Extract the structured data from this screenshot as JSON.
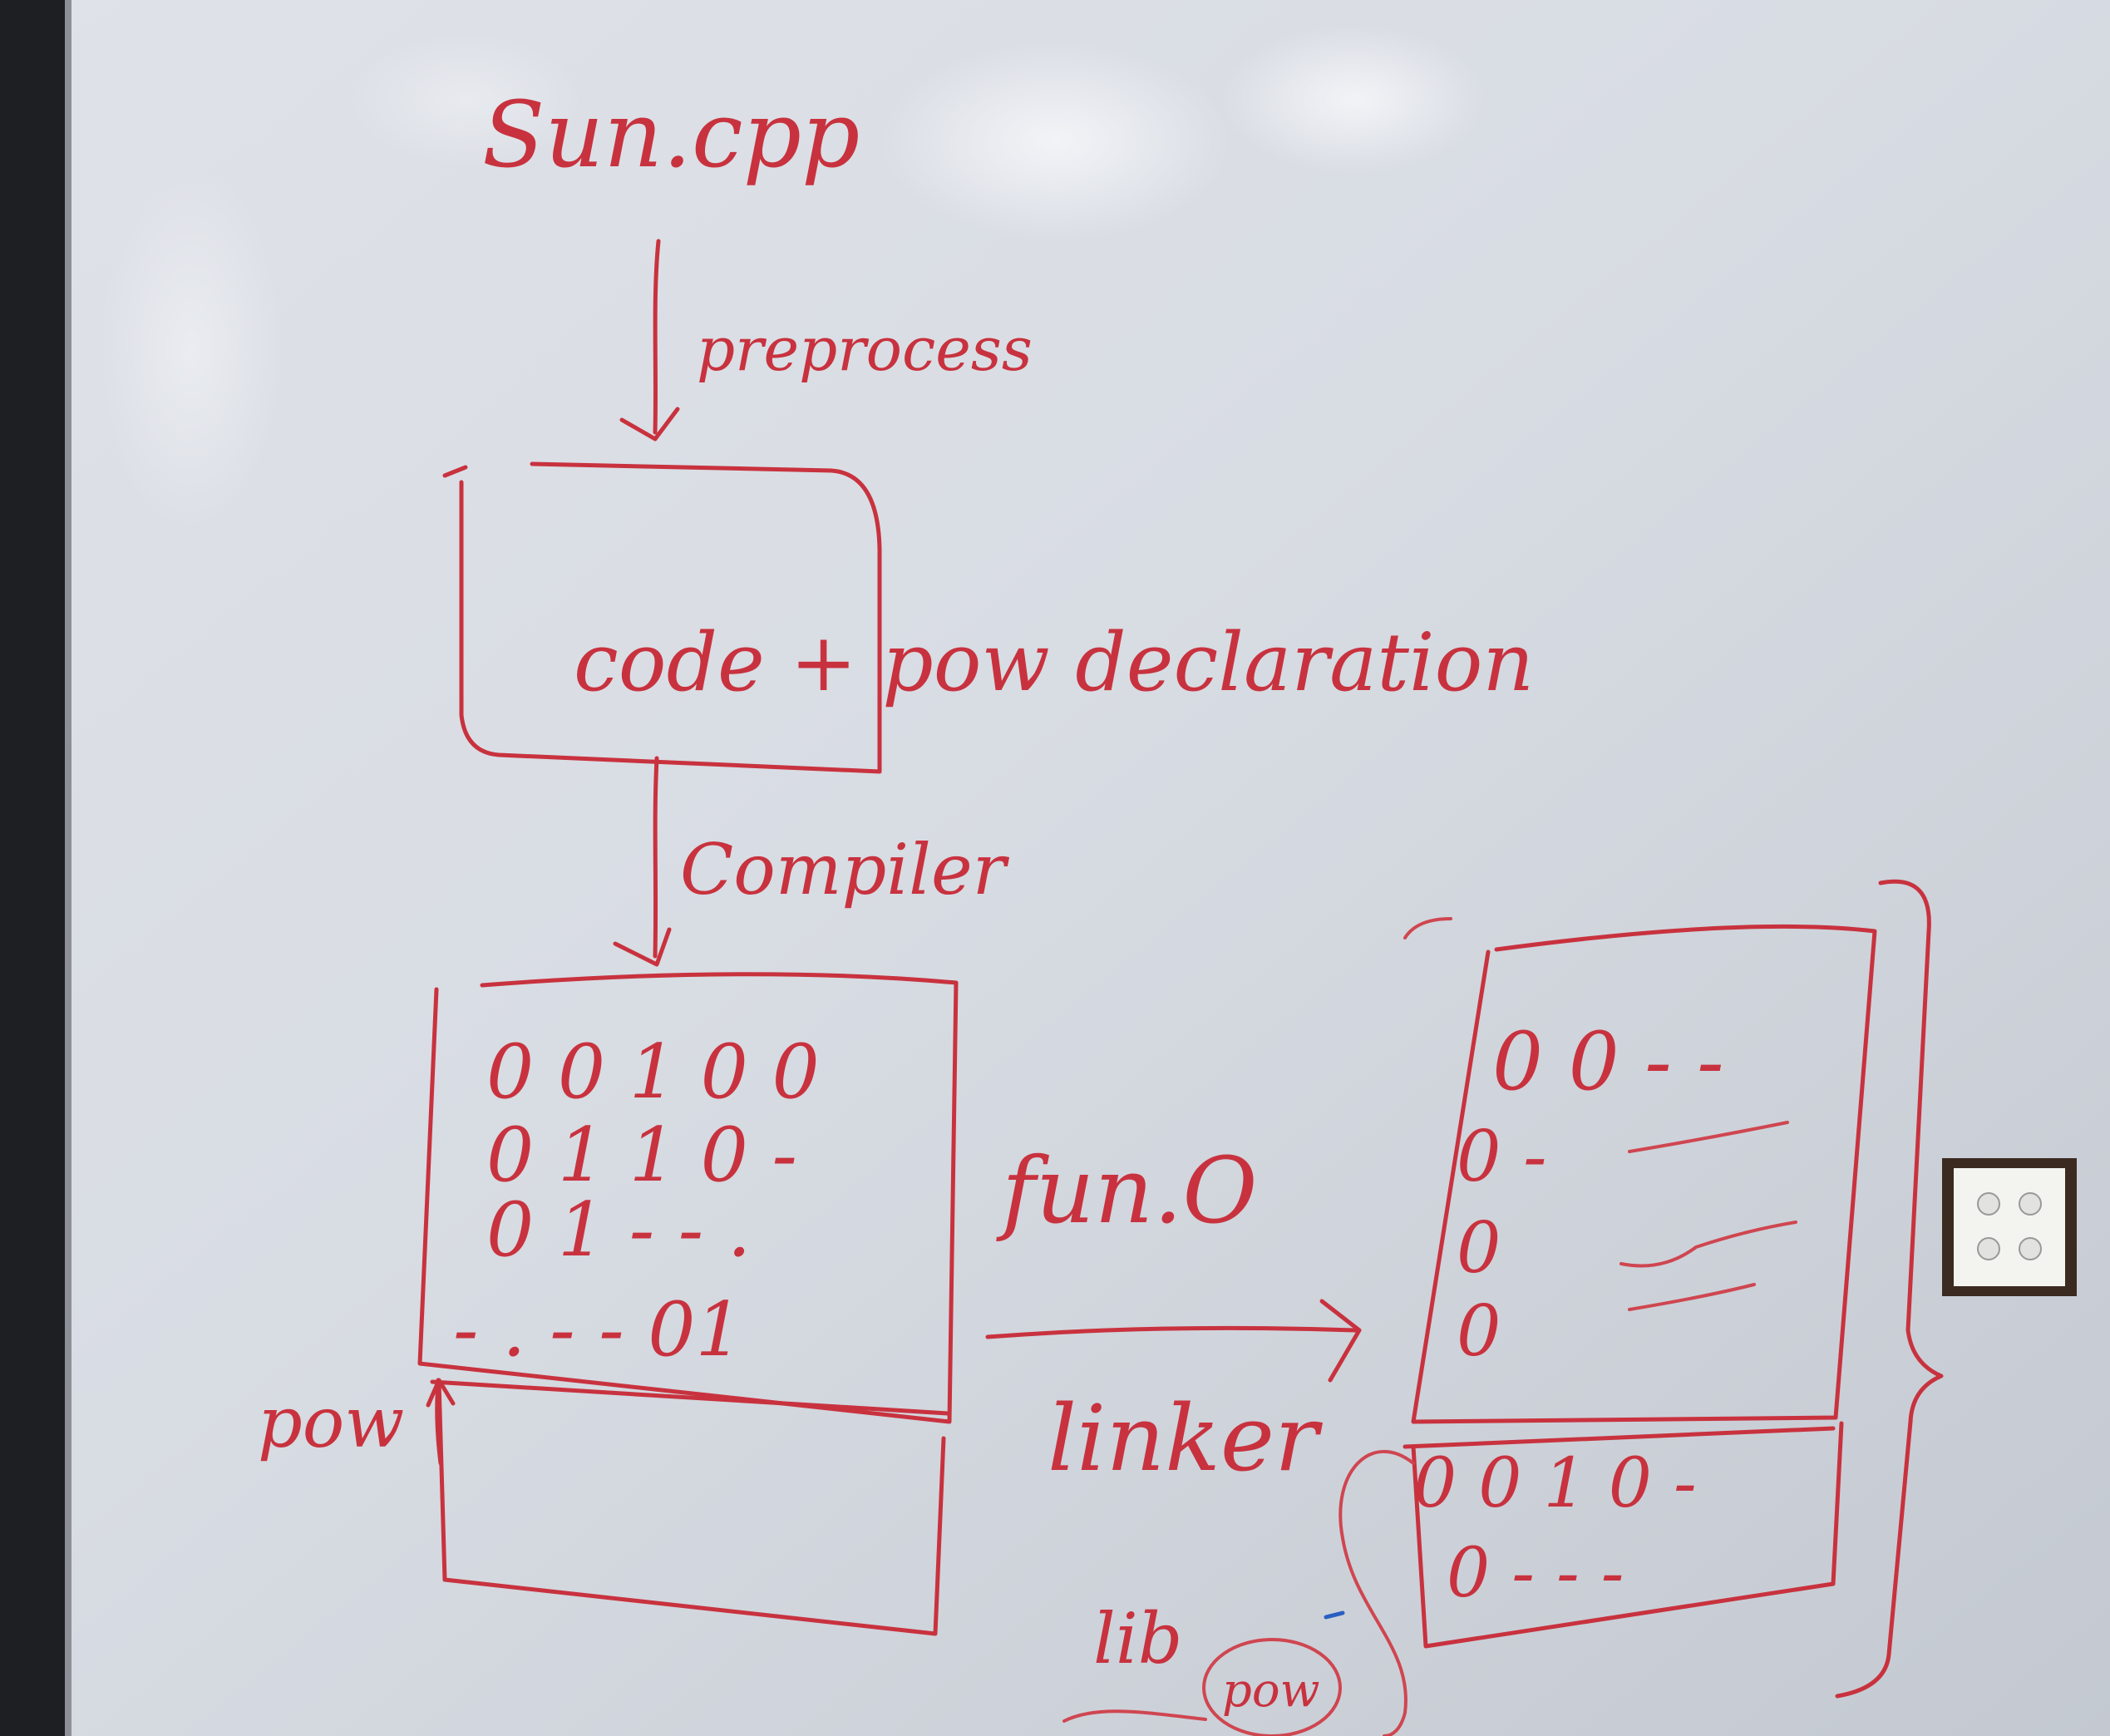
{
  "whiteboard": {
    "ink_color": "#c8323e",
    "source_file": "Sun.cpp",
    "step_preprocess": "preprocess",
    "preprocessed_box": "code + pow declaration",
    "step_compile": "Compiler",
    "object_file": "fun.O",
    "object_bits": [
      "0 0 1 0 0",
      "0 1 1 0 -",
      "0 1 - - .",
      "- . - - 01"
    ],
    "symbol_pow": "pow",
    "step_link": "linker",
    "library": "lib",
    "library_symbol": "pow",
    "executable_bits_top": [
      "0 0 - -",
      "0 -",
      "0",
      "0"
    ],
    "executable_bits_bottom": [
      "0 0 1 0 -",
      "0 - - -"
    ]
  }
}
